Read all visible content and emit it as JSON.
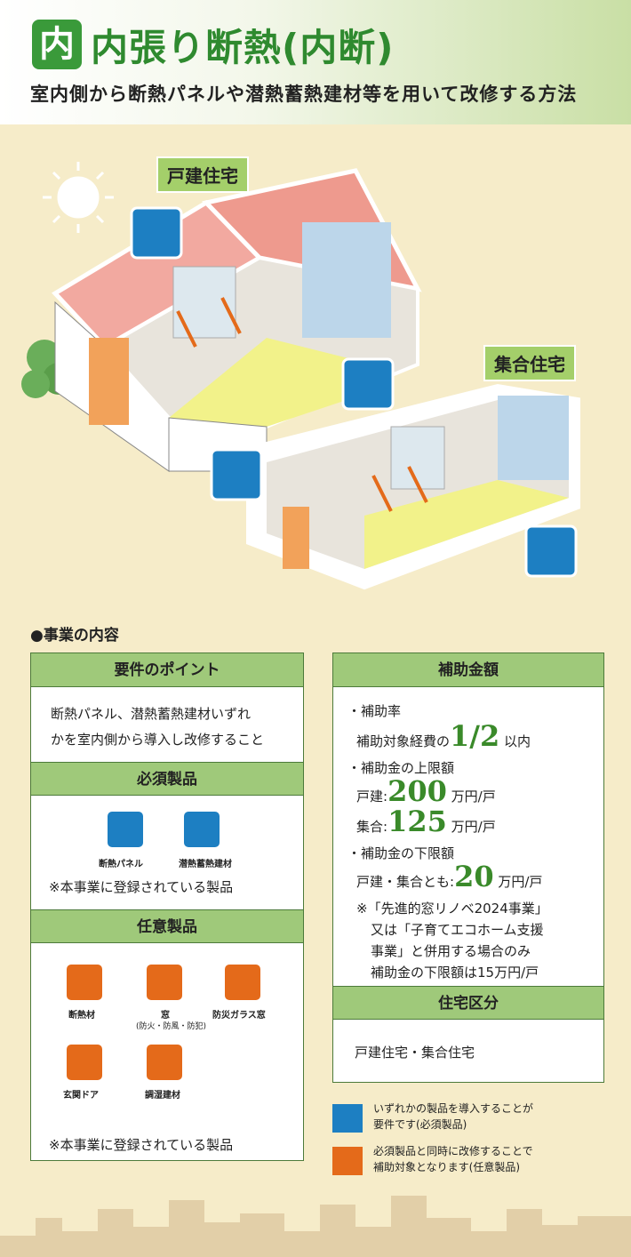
{
  "header": {
    "badge": "内",
    "title": "内張り断熱(内断)",
    "subtitle": "室内側から断熱パネルや潜熱蓄熱建材等を用いて改修する方法"
  },
  "illustration": {
    "house_label": "戸建住宅",
    "apartment_label": "集合住宅"
  },
  "section_title": "●事業の内容",
  "requirements": {
    "heading": "要件のポイント",
    "lines": [
      "断熱パネル、潜熱蓄熱建材いずれ",
      "かを室内側から導入し改修すること"
    ]
  },
  "required_products": {
    "heading": "必須製品",
    "items": [
      {
        "label": "断熱パネル",
        "icon": "insulation-panel-icon"
      },
      {
        "label": "潜熱蓄熱建材",
        "icon": "latent-heat-storage-icon"
      }
    ],
    "note": "※本事業に登録されている製品"
  },
  "optional_products": {
    "heading": "任意製品",
    "items": [
      {
        "label": "断熱材",
        "icon": "insulation-material-icon"
      },
      {
        "label": "窓",
        "sub": "(防火・防風・防犯)",
        "icon": "window-icon"
      },
      {
        "label": "防災ガラス窓",
        "icon": "disaster-glass-window-icon"
      },
      {
        "label": "玄関ドア",
        "icon": "entrance-door-icon"
      },
      {
        "label": "調湿建材",
        "icon": "humidity-control-material-icon"
      }
    ],
    "note": "※本事業に登録されている製品"
  },
  "subsidy": {
    "heading": "補助金額",
    "rate_label": "・補助率",
    "rate_prefix": "補助対象経費の",
    "rate_value": "1/2",
    "rate_suffix": "以内",
    "upper_label": "・補助金の上限額",
    "upper_house_prefix": "戸建:",
    "upper_house_value": "200",
    "upper_house_unit": "万円/戸",
    "upper_apt_prefix": "集合:",
    "upper_apt_value": "125",
    "upper_apt_unit": "万円/戸",
    "lower_label": "・補助金の下限額",
    "lower_prefix": "戸建・集合とも:",
    "lower_value": "20",
    "lower_unit": "万円/戸",
    "note_lines": [
      "※「先進的窓リノベ2024事業」",
      "又は「子育てエコホーム支援",
      "事業」と併用する場合のみ",
      "補助金の下限額は15万円/戸"
    ]
  },
  "housing": {
    "heading": "住宅区分",
    "value": "戸建住宅・集合住宅"
  },
  "legend": {
    "blue_lines": [
      "いずれかの製品を導入することが",
      "要件です(必須製品)"
    ],
    "orange_lines": [
      "必須製品と同時に改修することで",
      "補助対象となります(任意製品)"
    ],
    "colors": {
      "blue": "#1d7fc2",
      "orange": "#e46a1a"
    }
  }
}
